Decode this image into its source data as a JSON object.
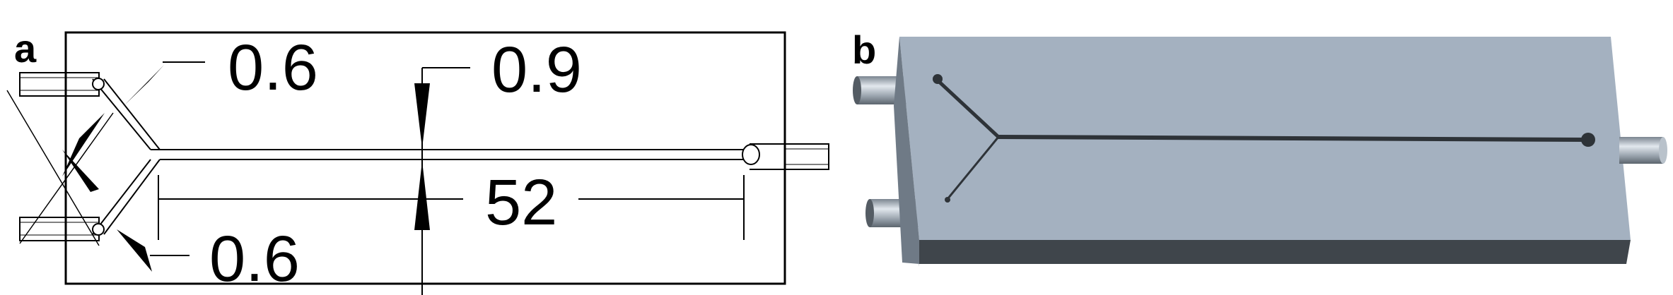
{
  "panel_a": {
    "label": "a",
    "dimensions": {
      "inlet_top_width": "0.6",
      "inlet_bottom_width": "0.6",
      "channel_width": "0.9",
      "channel_length": "52"
    }
  },
  "panel_b": {
    "label": "b",
    "colors": {
      "chip_top": "#a4b1c0",
      "chip_front": "#3f454b",
      "chip_side": "#6f7a86",
      "channel": "#2e3338",
      "tube_light": "#d3dae1",
      "tube_dark": "#646d76"
    }
  }
}
